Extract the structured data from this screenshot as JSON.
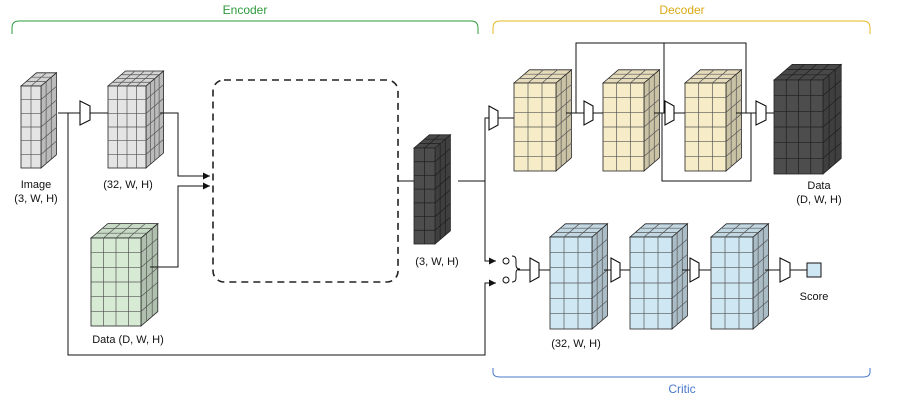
{
  "sections": {
    "encoder": "Encoder",
    "decoder": "Decoder",
    "critic": "Critic"
  },
  "labels": {
    "image": "Image",
    "image_dims": "(3, W, H)",
    "conv32": "(32, W, H)",
    "data_in": "Data (D, W, H)",
    "encoded": "(3, W, H)",
    "data_out": "Data",
    "data_out_dims": "(D, W, H)",
    "critic_dims": "(32, W, H)",
    "score": "Score"
  },
  "colors": {
    "encoder": "#2e9a3e",
    "decoder": "#e6b820",
    "critic": "#4a78c8",
    "gray_block": "#e4e4e4",
    "green_block": "#d6ead4",
    "yellow_block": "#f6ecc8",
    "blue_block": "#cfe7f3",
    "dark_block": "#4d4d4d"
  }
}
